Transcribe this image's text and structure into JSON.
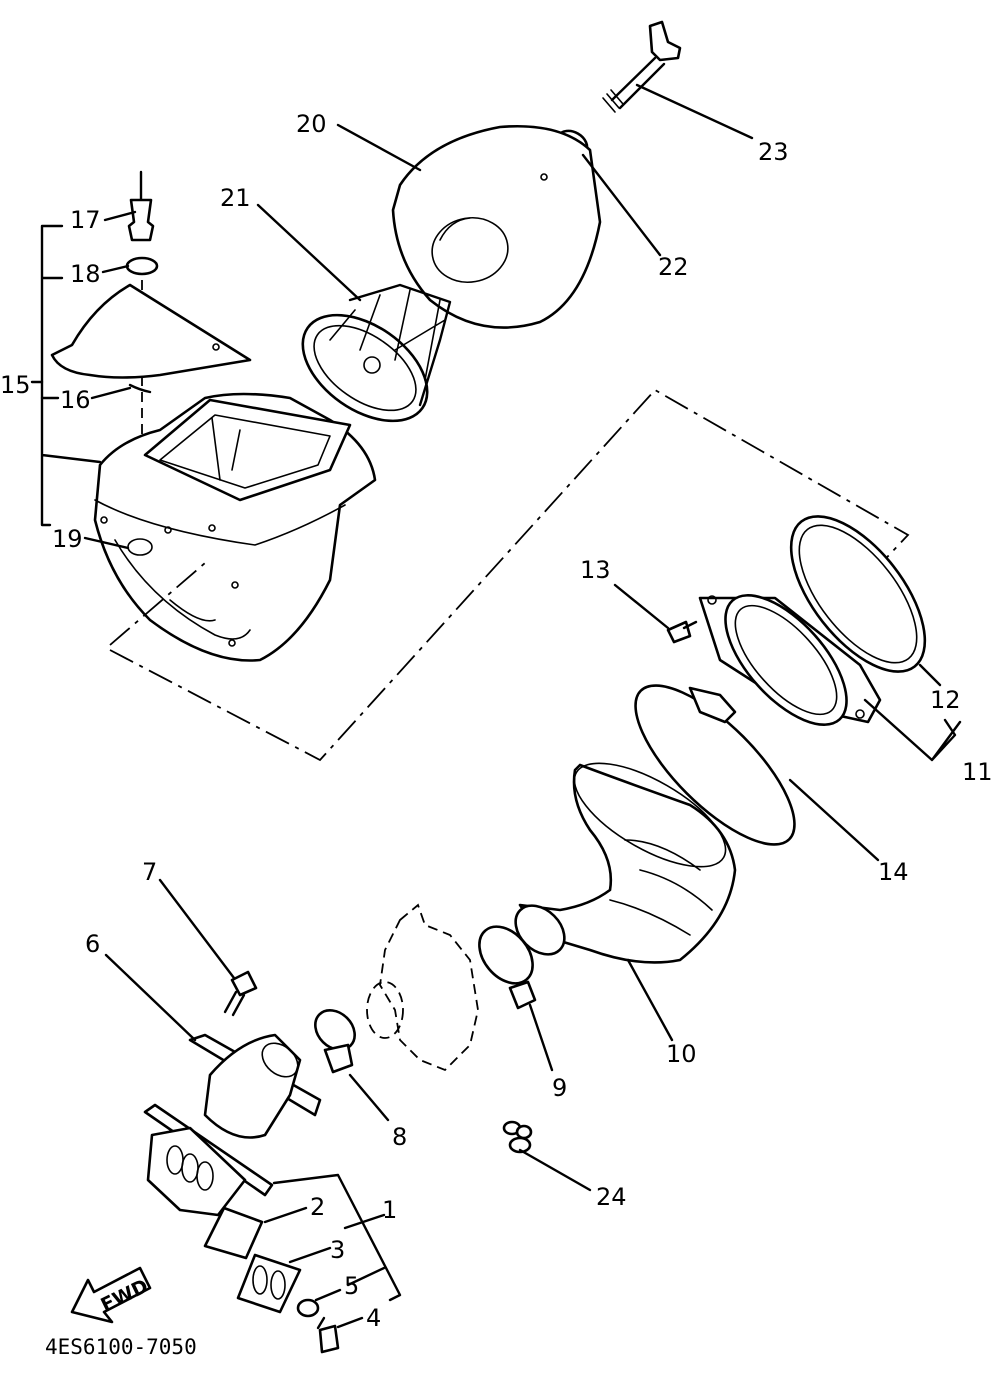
{
  "labels": {
    "p1": "1",
    "p2": "2",
    "p3": "3",
    "p4": "4",
    "p5": "5",
    "p6": "6",
    "p7": "7",
    "p8": "8",
    "p9": "9",
    "p10": "10",
    "p11": "11",
    "p12": "12",
    "p13": "13",
    "p14": "14",
    "p15": "15",
    "p16": "16",
    "p17": "17",
    "p18": "18",
    "p19": "19",
    "p20": "20",
    "p21": "21",
    "p22": "22",
    "p23": "23",
    "p24": "24"
  },
  "fwd_text": "FWD",
  "drawing_code": "4ES6100-7050"
}
